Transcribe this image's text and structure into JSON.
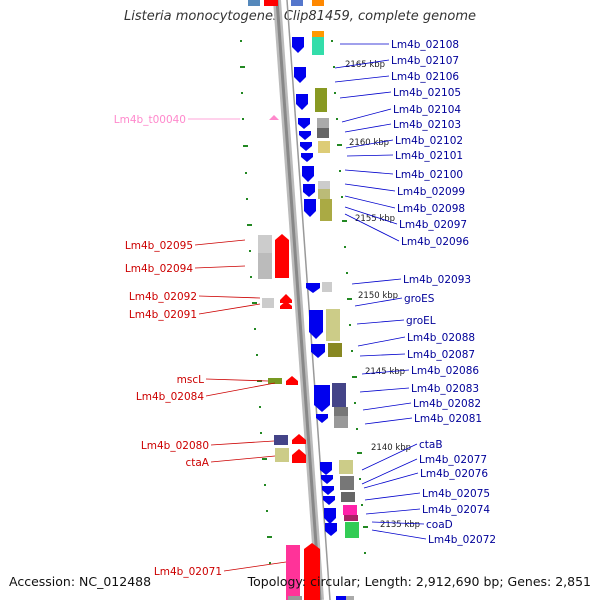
{
  "title": "Listeria monocytogenes Clip81459, complete genome",
  "footer": {
    "accession": "Accession: NC_012488",
    "summary": "Topology: circular; Length: 2,912,690 bp; Genes: 2,851"
  },
  "colors": {
    "forward_strand": "#ff0000",
    "reverse_strand": "#0000ee",
    "rna_feature": "#ff88cc",
    "backbone": "#999999",
    "gc_skew_ticks": "#228822"
  },
  "ruler_labels": [
    "2165 kbp",
    "2160 kbp",
    "2155 kbp",
    "2150 kbp",
    "2145 kbp",
    "2140 kbp",
    "2135 kbp"
  ],
  "genes_right": [
    "Lm4b_02108",
    "Lm4b_02107",
    "Lm4b_02106",
    "Lm4b_02105",
    "Lm4b_02104",
    "Lm4b_02103",
    "Lm4b_02102",
    "Lm4b_02101",
    "Lm4b_02100",
    "Lm4b_02099",
    "Lm4b_02098",
    "Lm4b_02097",
    "Lm4b_02096",
    "Lm4b_02093",
    "groES",
    "groEL",
    "Lm4b_02088",
    "Lm4b_02087",
    "Lm4b_02086",
    "Lm4b_02083",
    "Lm4b_02082",
    "Lm4b_02081",
    "ctaB",
    "Lm4b_02077",
    "Lm4b_02076",
    "Lm4b_02075",
    "Lm4b_02074",
    "coaD",
    "Lm4b_02072"
  ],
  "genes_left": [
    "Lm4b_t00040",
    "Lm4b_02095",
    "Lm4b_02094",
    "Lm4b_02092",
    "Lm4b_02091",
    "mscL",
    "Lm4b_02084",
    "Lm4b_02080",
    "ctaA",
    "Lm4b_02071"
  ]
}
